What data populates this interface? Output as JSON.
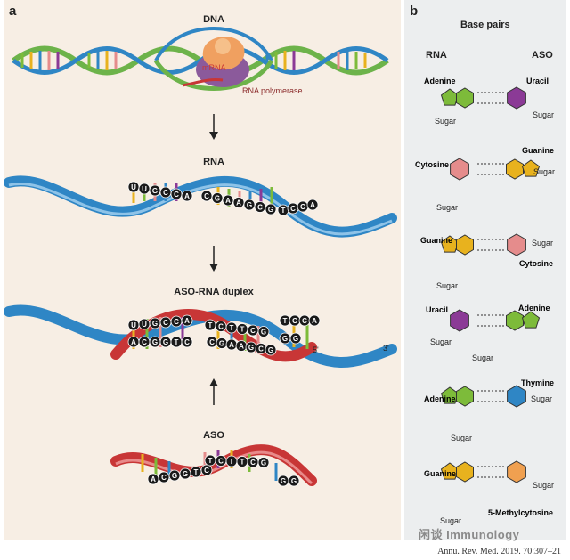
{
  "panel_a": {
    "label": "a",
    "stages": {
      "dna": "DNA",
      "rna": "RNA",
      "duplex": "ASO-RNA duplex",
      "aso": "ASO"
    },
    "labels": {
      "mrna": "mRNA",
      "polymerase": "RNA polymerase",
      "five_prime": "5'",
      "three_prime": "3'"
    },
    "rna_seq_1": [
      "U",
      "U",
      "G",
      "C",
      "C",
      "A"
    ],
    "rna_seq_2": [
      "C",
      "G",
      "A",
      "A",
      "G",
      "C",
      "G"
    ],
    "rna_seq_3": [
      "T",
      "C",
      "C",
      "A"
    ],
    "aso_seq_1": [
      "A",
      "C",
      "G",
      "G",
      "T",
      "C"
    ],
    "aso_seq_2": [
      "T",
      "C",
      "T",
      "T",
      "C",
      "G"
    ],
    "aso_seq_3": [
      "G",
      "G"
    ]
  },
  "panel_b": {
    "label": "b",
    "title": "Base pairs",
    "col_rna": "RNA",
    "col_aso": "ASO",
    "pairs": [
      {
        "left": "Adenine",
        "right": "Uracil",
        "left_color": "#7dbb3a",
        "right_color": "#8b3a96"
      },
      {
        "left": "Cytosine",
        "right": "Guanine",
        "left_color": "#e58c8c",
        "right_color": "#e8b21e"
      },
      {
        "left": "Guanine",
        "right": "Cytosine",
        "left_color": "#e8b21e",
        "right_color": "#e58c8c"
      },
      {
        "left": "Uracil",
        "right": "Adenine",
        "left_color": "#8b3a96",
        "right_color": "#7dbb3a"
      },
      {
        "left": "Adenine",
        "right": "Thymine",
        "left_color": "#7dbb3a",
        "right_color": "#2f86c5"
      },
      {
        "left": "Guanine",
        "right": "5-Methylcytosine",
        "left_color": "#e8b21e",
        "right_color": "#f0a050"
      }
    ],
    "sugar": "Sugar"
  },
  "colors": {
    "rna_blue": "#2f86c5",
    "aso_red": "#c83636",
    "dna_green": "#6db34a",
    "polymerase": "#f0a060"
  },
  "citation": "Annu. Rev. Med. 2019. 70:307–21",
  "watermark": "闲谈 Immunology"
}
